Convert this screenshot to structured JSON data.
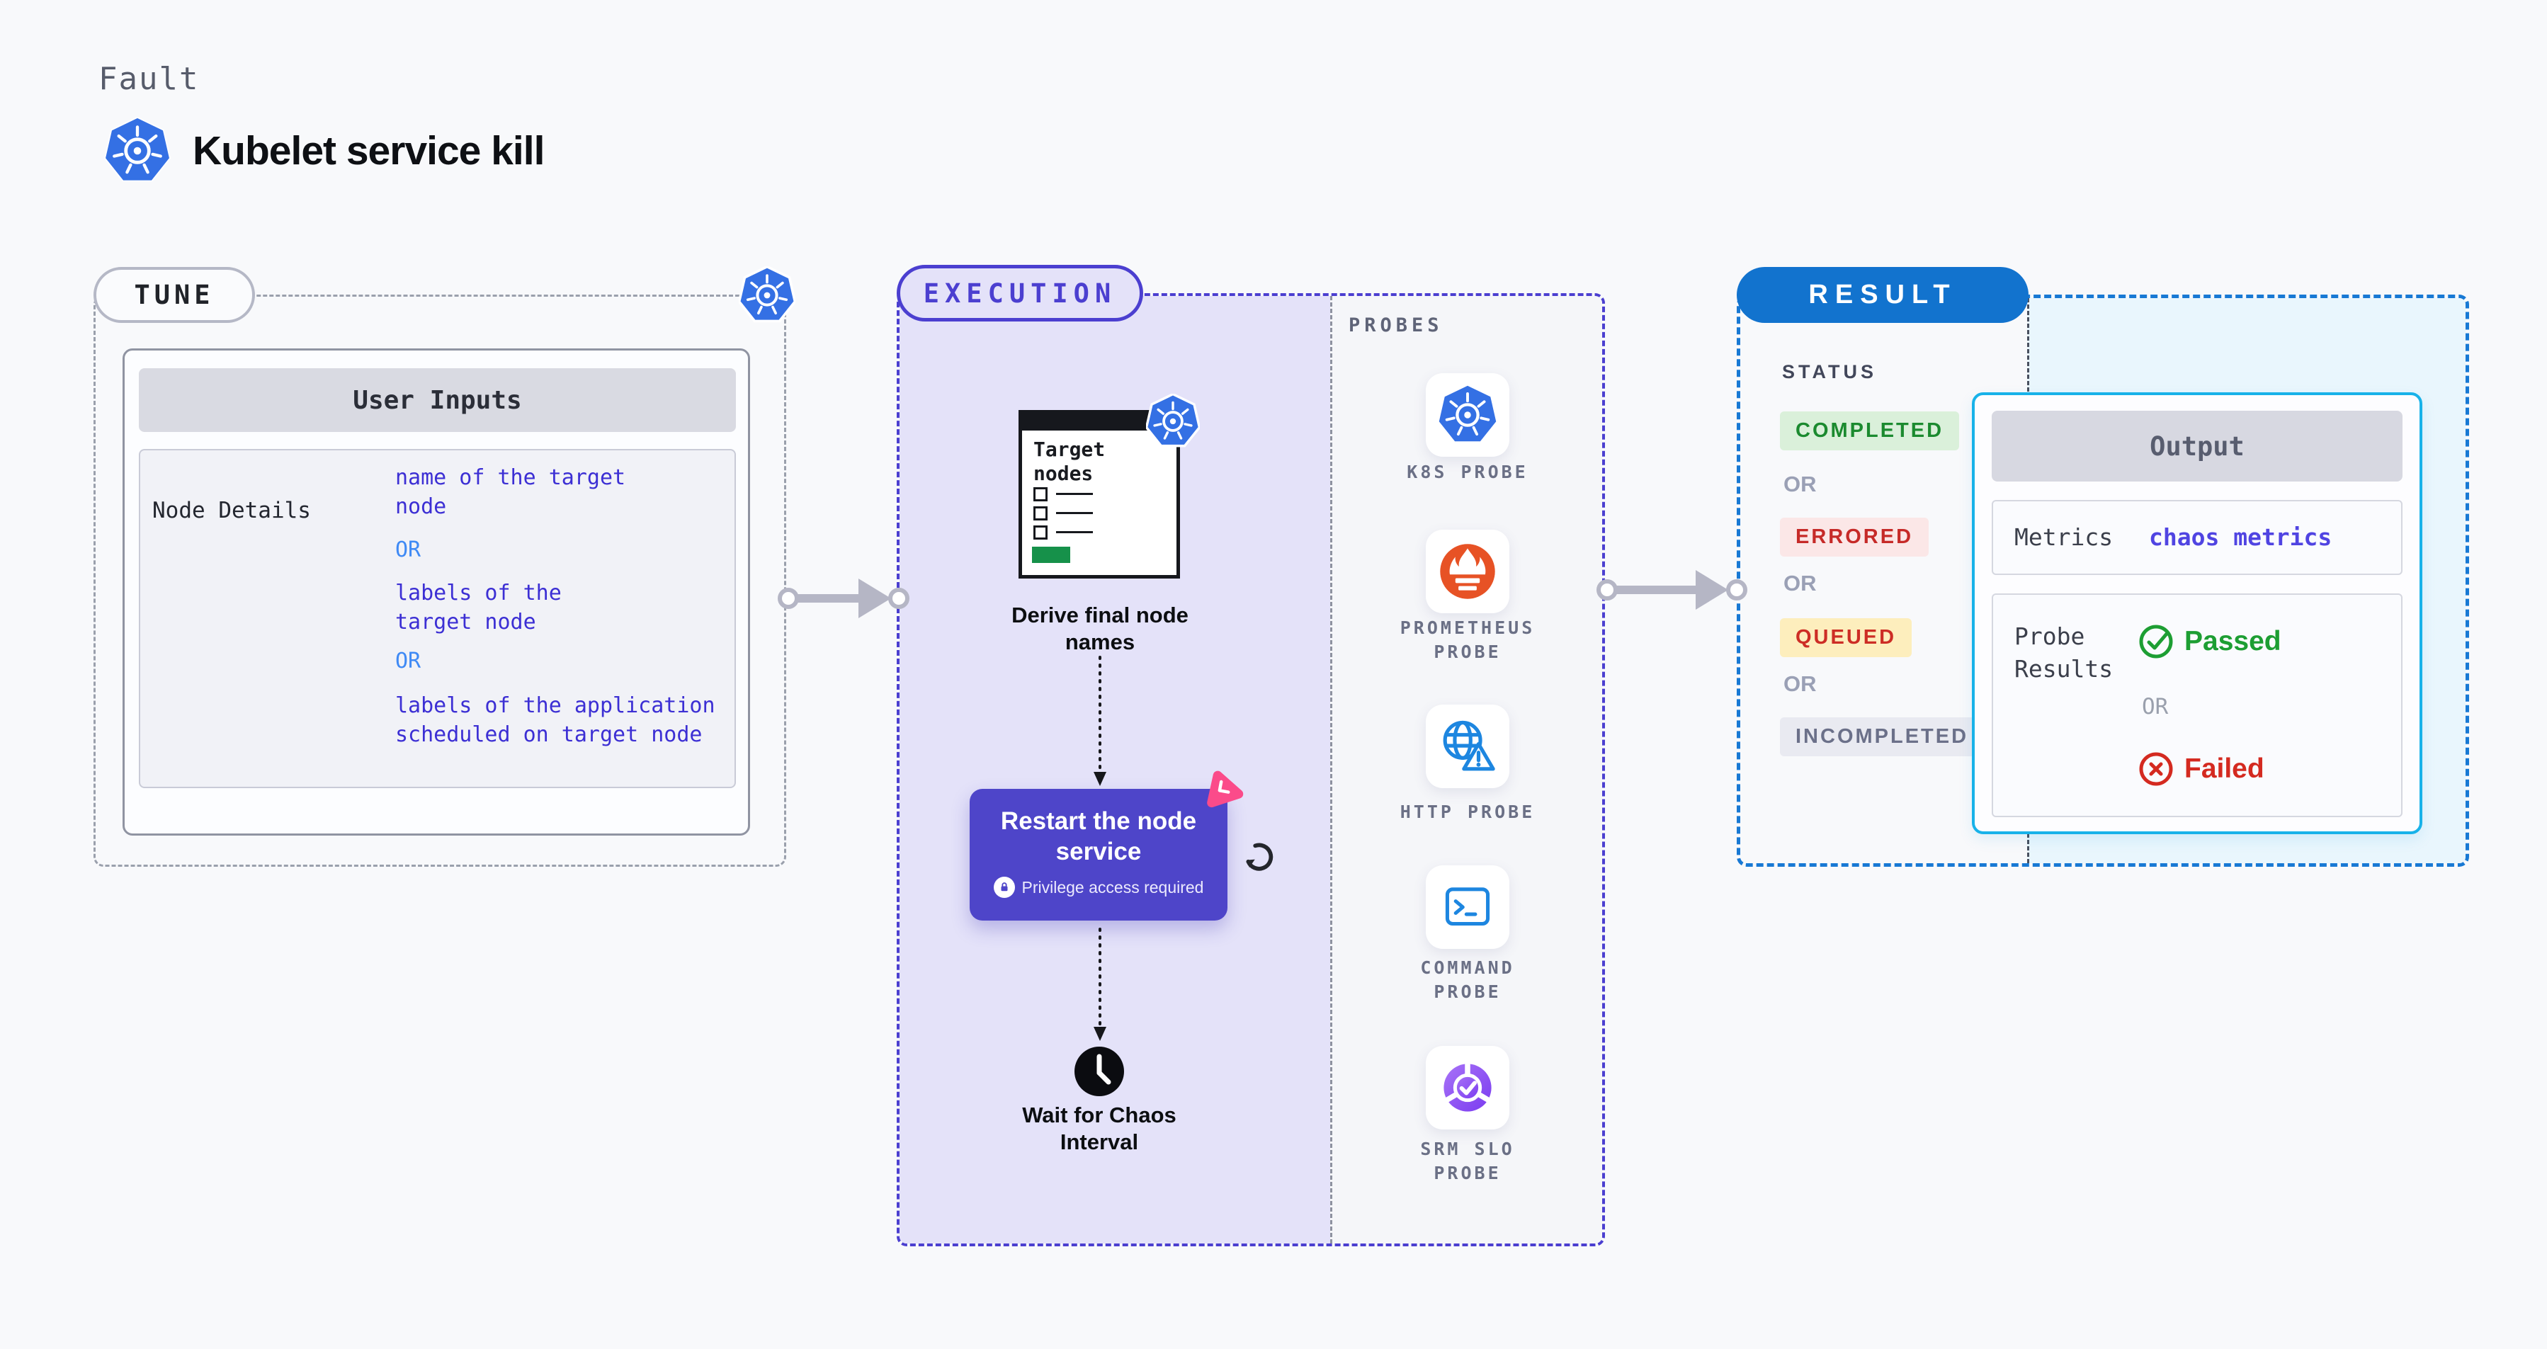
{
  "header": {
    "eyebrow": "Fault",
    "title": "Kubelet service kill"
  },
  "tune": {
    "pill": "TUNE",
    "card_title": "User Inputs",
    "row_label": "Node Details",
    "option1": "name of the target\nnode",
    "or1": "OR",
    "option2": "labels of the\ntarget node",
    "or2": "OR",
    "option3": "labels of the application\n scheduled on target node"
  },
  "execution": {
    "pill": "EXECUTION",
    "target_card_title": "Target\nnodes",
    "derive_label": "Derive final node\nnames",
    "restart_title": "Restart the node\nservice",
    "privilege_label": "Privilege access required",
    "wait_label": "Wait for Chaos\nInterval"
  },
  "probes": {
    "label": "PROBES",
    "k8s": "K8S PROBE",
    "prometheus": "PROMETHEUS\nPROBE",
    "http": "HTTP PROBE",
    "command": "COMMAND\nPROBE",
    "srm": "SRM SLO\nPROBE"
  },
  "result": {
    "pill": "RESULT",
    "status_label": "STATUS",
    "status_completed": "COMPLETED",
    "or1": "OR",
    "status_errored": "ERRORED",
    "or2": "OR",
    "status_queued": "QUEUED",
    "or3": "OR",
    "status_incompleted": "INCOMPLETED",
    "output": {
      "title": "Output",
      "metrics_label": "Metrics",
      "metrics_value": "chaos metrics",
      "probe_results_label": "Probe\nResults",
      "passed": "Passed",
      "or": "OR",
      "failed": "Failed"
    }
  },
  "colors": {
    "accent_indigo": "#4b3fd0",
    "lavender": "#e4e2f9",
    "accent_blue": "#1273ce",
    "accent_cyan": "#18b2e9",
    "value_blue": "#3c2fd4",
    "or_blue": "#3f8af5",
    "passed_green": "#1d9e33",
    "failed_red": "#d42a20",
    "completed_fg": "#1b8a2f",
    "completed_bg": "#daf0da",
    "errored_fg": "#c62a28",
    "errored_bg": "#fbe7e7",
    "queued_fg": "#cd2d25",
    "queued_bg": "#fdeebd",
    "incompleted_fg": "#6b7089",
    "incompleted_bg": "#e9eaf1",
    "k8s_blue": "#3470e4",
    "prometheus_orange": "#e75225",
    "probe_icon_blue": "#1d86e0",
    "srm_purple": "#7a3bf0",
    "pink_badge": "#fb4b8a",
    "green_bar": "#16914a",
    "connector_gray": "#b5b6c5"
  }
}
